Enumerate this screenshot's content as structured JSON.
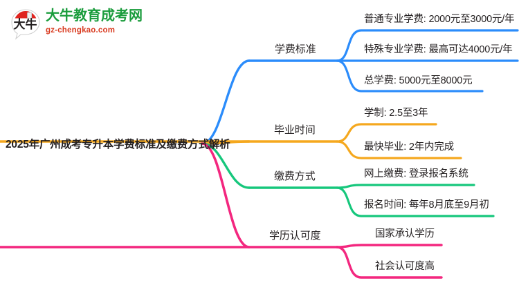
{
  "logo": {
    "mark_text": "大牛",
    "name": "大牛教育成考网",
    "url": "gz-chengkao.com",
    "brand_green": "#1a9c3c",
    "brand_red": "#d83a1f"
  },
  "mindmap": {
    "root": "2025年广州成考专升本学费标准及缴费方式解析",
    "branches": [
      {
        "topic": "学费标准",
        "color": "#2b8cfb",
        "leaves": [
          "普通专业学费: 2000元至3000元/年",
          "特殊专业学费: 最高可达4000元/年",
          "总学费: 5000元至8000元"
        ]
      },
      {
        "topic": "毕业时间",
        "color": "#f5a81e",
        "leaves": [
          "学制: 2.5至3年",
          "最快毕业: 2年内完成"
        ]
      },
      {
        "topic": "缴费方式",
        "color": "#16c77c",
        "leaves": [
          "网上缴费: 登录报名系统",
          "报名时间: 每年8月底至9月初"
        ]
      },
      {
        "topic": "学历认可度",
        "color": "#f3277f",
        "leaves": [
          "国家承认学历",
          "社会认可度高"
        ]
      }
    ]
  }
}
